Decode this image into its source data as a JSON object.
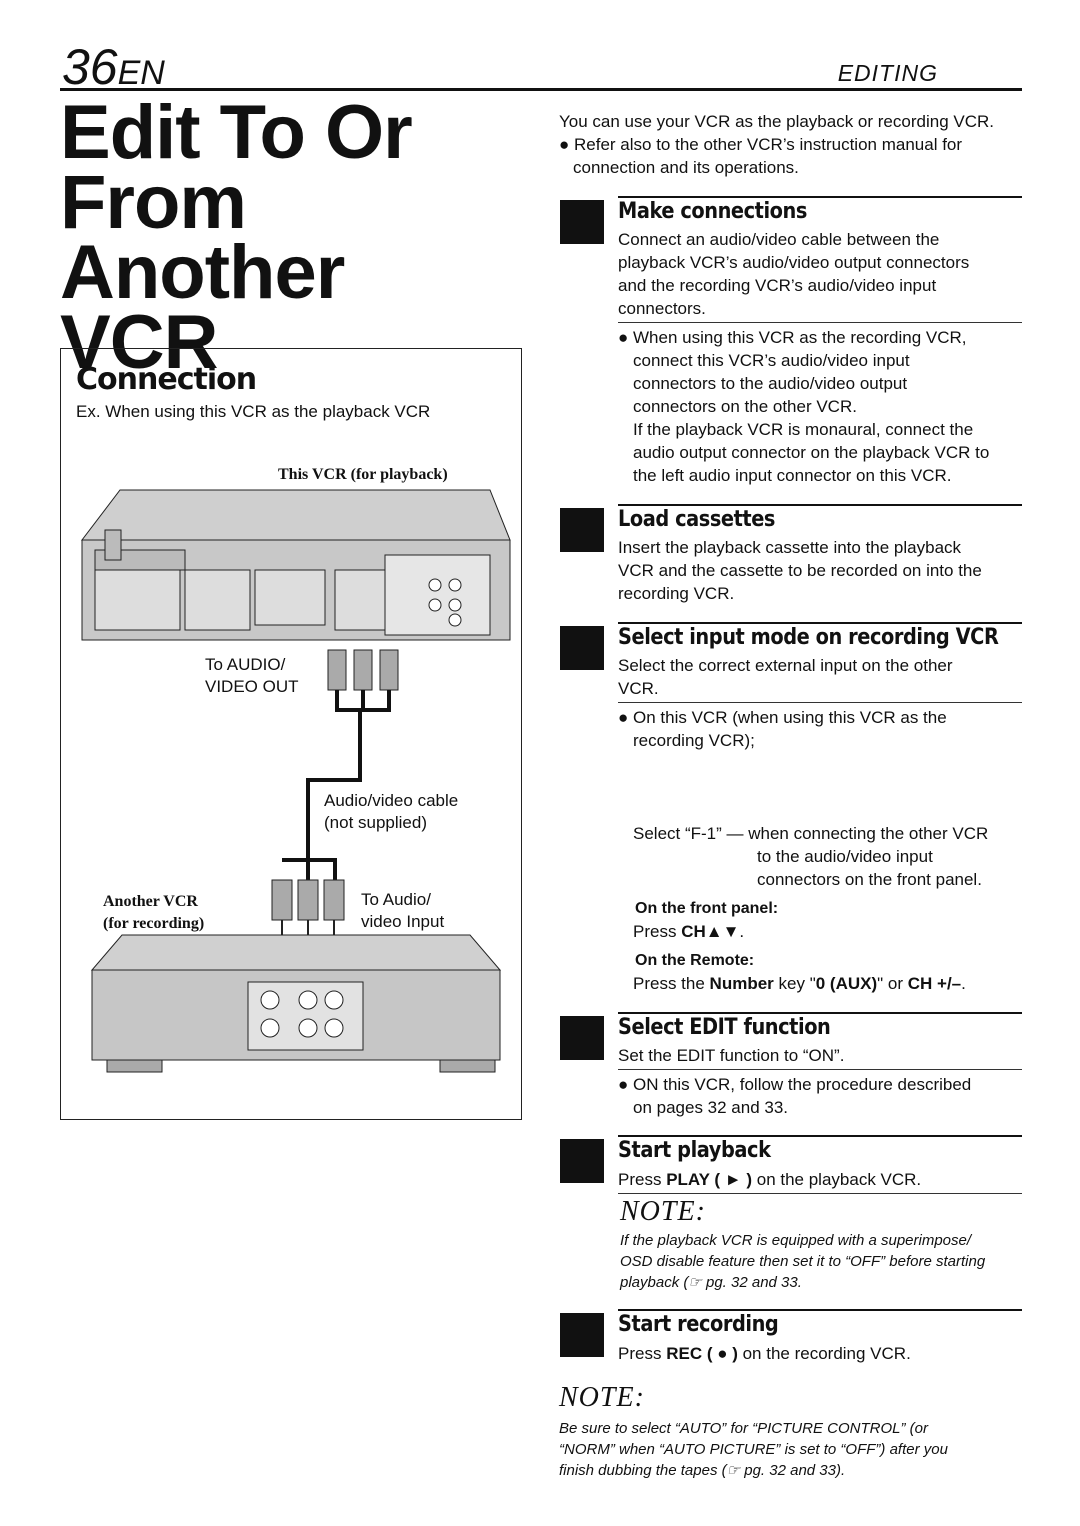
{
  "header": {
    "page_number": "36",
    "page_suffix": "EN",
    "section": "EDITING",
    "title_line1": "Edit To Or",
    "title_line2": "From Another",
    "title_line3": "VCR"
  },
  "connection": {
    "heading": "Connection",
    "subtitle": "Ex. When using this VCR as the playback VCR",
    "this_vcr_label": "This VCR (for playback)",
    "to_audio_video_out_1": "To AUDIO/",
    "to_audio_video_out_2": "VIDEO OUT",
    "cable_label_1": "Audio/video cable",
    "cable_label_2": "(not supplied)",
    "another_vcr_1": "Another VCR",
    "another_vcr_2": "(for recording)",
    "to_audio_input_1": "To Audio/",
    "to_audio_input_2": "video Input"
  },
  "intro": {
    "line1": "You can use your VCR as the playback or recording VCR.",
    "bullet1": "Refer also to the other VCR’s instruction manual for",
    "bullet1b": "connection and its operations."
  },
  "steps": [
    {
      "heading": "Make connections",
      "text": [
        "Connect an audio/video cable between the",
        "playback VCR’s audio/video output connectors",
        "and the recording VCR’s audio/video input",
        "connectors."
      ],
      "bullet": [
        "When using this VCR as the recording VCR,",
        "connect this VCR’s audio/video input",
        "connectors to the audio/video output",
        "connectors on the other VCR.",
        "If the playback VCR is monaural, connect the",
        "audio output connector on the playback VCR to",
        "the left audio input connector on this VCR."
      ]
    },
    {
      "heading": "Load cassettes",
      "text": [
        "Insert the playback cassette into the playback",
        "VCR and the cassette to be recorded on into the",
        "recording VCR."
      ]
    },
    {
      "heading": "Select input mode on recording VCR",
      "text": [
        "Select the correct external input on the other",
        "VCR."
      ],
      "bullet": [
        "On this VCR (when using this VCR as the",
        "recording VCR);"
      ],
      "select_1": "Select “F-1” — when connecting the other VCR",
      "select_2": "to the audio/video input",
      "select_3": "connectors on the front panel.",
      "front_panel_head": "On the front panel:",
      "front_panel_press": "Press",
      "front_panel_key": "CH▲▼",
      "remote_head": "On the Remote:",
      "remote_press": "Press the",
      "remote_number": "Number",
      "remote_key_text": "key \"",
      "remote_aux": "0 (AUX)",
      "remote_or": "\" or",
      "remote_ch": "CH +/–"
    },
    {
      "heading": "Select EDIT function",
      "text": [
        "Set the EDIT function to “ON”."
      ],
      "bullet": [
        "ON this VCR, follow the procedure described",
        "on pages 32 and 33."
      ]
    },
    {
      "heading": "Start playback",
      "press": "Press",
      "key": "PLAY ( ► )",
      "rest": "on the playback VCR."
    },
    {
      "heading": "Start recording",
      "press": "Press",
      "key": "REC ( ● )",
      "rest": "on the recording VCR."
    }
  ],
  "note1": {
    "heading": "NOTE:",
    "lines": [
      "If the playback VCR is equipped with a superimpose/",
      "OSD disable feature then set it to “OFF” before starting",
      "playback (☞ pg. 32 and 33."
    ]
  },
  "note2": {
    "heading": "NOTE:",
    "lines": [
      "Be sure to select “AUTO” for “PICTURE CONTROL” (or",
      "“NORM” when “AUTO PICTURE” is set to “OFF”) after you",
      "finish dubbing the tapes (☞ pg. 32 and 33)."
    ]
  }
}
